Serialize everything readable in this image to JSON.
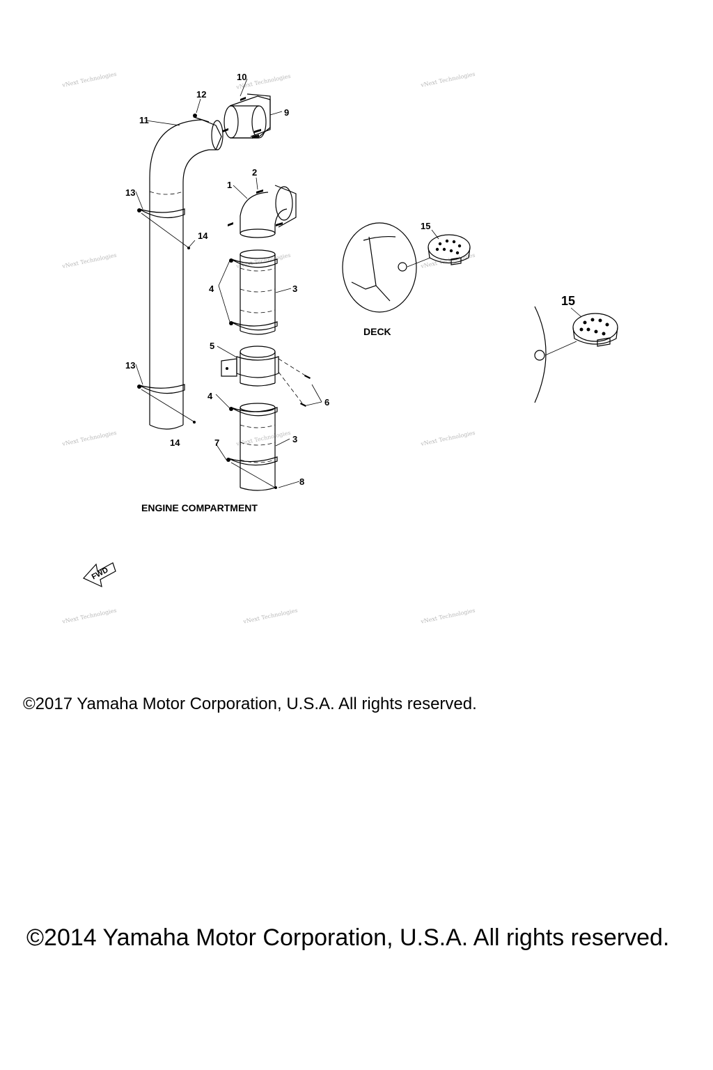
{
  "callouts": {
    "c1": "1",
    "c2": "2",
    "c3a": "3",
    "c3b": "3",
    "c4a": "4",
    "c4b": "4",
    "c5": "5",
    "c6": "6",
    "c7": "7",
    "c8": "8",
    "c9": "9",
    "c10": "10",
    "c11": "11",
    "c12": "12",
    "c13a": "13",
    "c13b": "13",
    "c14a": "14",
    "c14b": "14",
    "c15a": "15",
    "c15b": "15"
  },
  "labels": {
    "deck": "DECK",
    "engine_compartment": "ENGINE COMPARTMENT",
    "fwd": "FWD"
  },
  "watermark": {
    "text": "vNext Technologies"
  },
  "copyright": {
    "line_2017": "©2017 Yamaha Motor Corporation, U.S.A. All rights reserved.",
    "line_2014": "©2014 Yamaha Motor Corporation, U.S.A. All rights reserved."
  }
}
